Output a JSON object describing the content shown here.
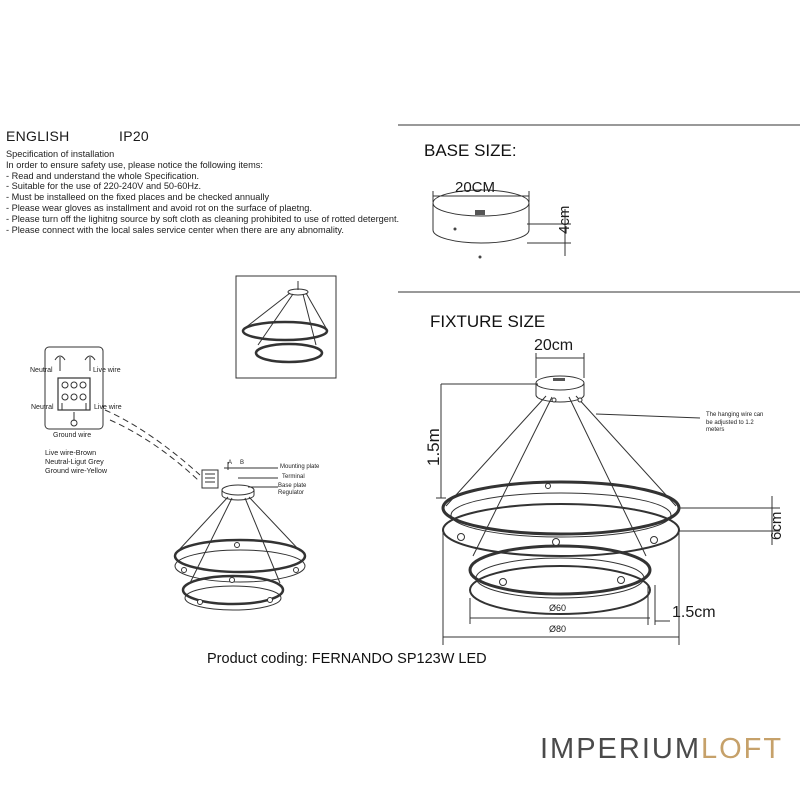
{
  "header": {
    "language": "ENGLISH",
    "ip_rating": "IP20"
  },
  "specification": {
    "lines": [
      "Specification of installation",
      "In order to ensure safety use, please notice the following items:",
      "- Read and understand the whole Specification.",
      "- Suitable for the use of 220-240V and 50-60Hz.",
      "- Must be installeed on the fixed places and be checked annually",
      "- Please wear gloves as installment and avoid rot on the surface of plaetng.",
      "- Please turn off the lighitng source by soft cloth as cleaning prohibited to use of rotted detergent.",
      "- Please connect with the local sales service center when there are any abnomality."
    ]
  },
  "base": {
    "title": "BASE SIZE:",
    "diameter": "20CM",
    "height": "4cm"
  },
  "fixture": {
    "title": "FIXTURE SIZE",
    "canopy_width": "20cm",
    "wire_length": "1.5m",
    "wire_note": [
      "The hanging wire can",
      "be adjusted to 1.2",
      "meters"
    ],
    "ring_height": "6cm",
    "ring_thickness": "1.5cm",
    "small_ring": "Ø60",
    "large_ring": "Ø80"
  },
  "wiring": {
    "neutral_top": "Neutral",
    "live_top": "Live wire",
    "neutral_mid": "Neutral",
    "live_mid": "Live wire",
    "ground": "Ground wire",
    "legend": [
      "Live wire-Brown",
      "Neutral-Ligut Grey",
      "Ground wire-Yellow"
    ],
    "mounting_plate": "Mounting plate",
    "terminal": "Terminal",
    "base_plate": "Base plate",
    "regulator": "Regulator",
    "letter_a": "A",
    "letter_b": "B"
  },
  "product": {
    "coding": "Product coding: FERNANDO SP123W LED"
  },
  "brand": {
    "name_left": "IMPERIUM",
    "name_right": "LOFT",
    "color_left": "#4a4a4a",
    "color_right": "#c6a16a"
  }
}
